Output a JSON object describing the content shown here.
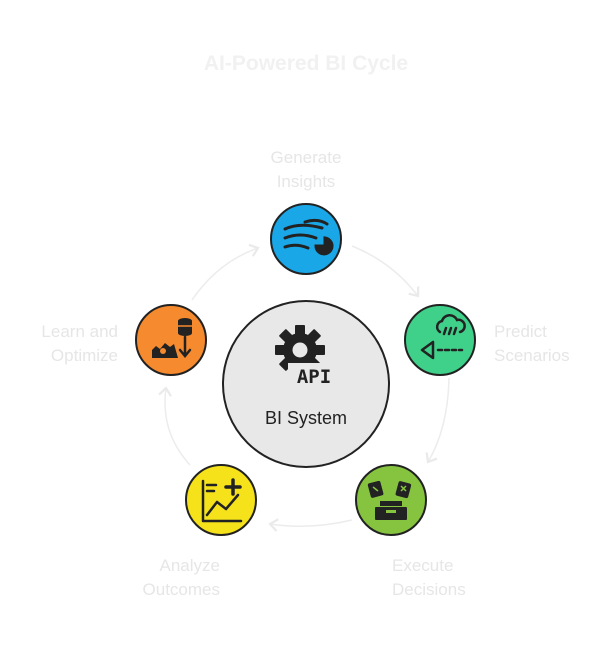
{
  "title": "AI-Powered BI Cycle",
  "center": {
    "label": "BI System",
    "icon": "gear-api-icon",
    "icon_text": "API",
    "fill": "#e8e8e8"
  },
  "nodes": [
    {
      "id": "generate-insights",
      "line1": "Generate",
      "line2": "Insights",
      "color": "#1aa7e8",
      "icon": "data-stream-pie-icon"
    },
    {
      "id": "predict-scenarios",
      "line1": "Predict",
      "line2": "Scenarios",
      "color": "#3fd08a",
      "icon": "cloud-rain-forecast-icon"
    },
    {
      "id": "execute-decisions",
      "line1": "Execute",
      "line2": "Decisions",
      "color": "#86c440",
      "icon": "cards-box-icon"
    },
    {
      "id": "analyze-outcomes",
      "line1": "Analyze",
      "line2": "Outcomes",
      "color": "#f5e21a",
      "icon": "chart-plus-icon"
    },
    {
      "id": "learn-optimize",
      "line1": "Learn and",
      "line2": "Optimize",
      "color": "#f58a2e",
      "icon": "gear-database-icon"
    }
  ]
}
